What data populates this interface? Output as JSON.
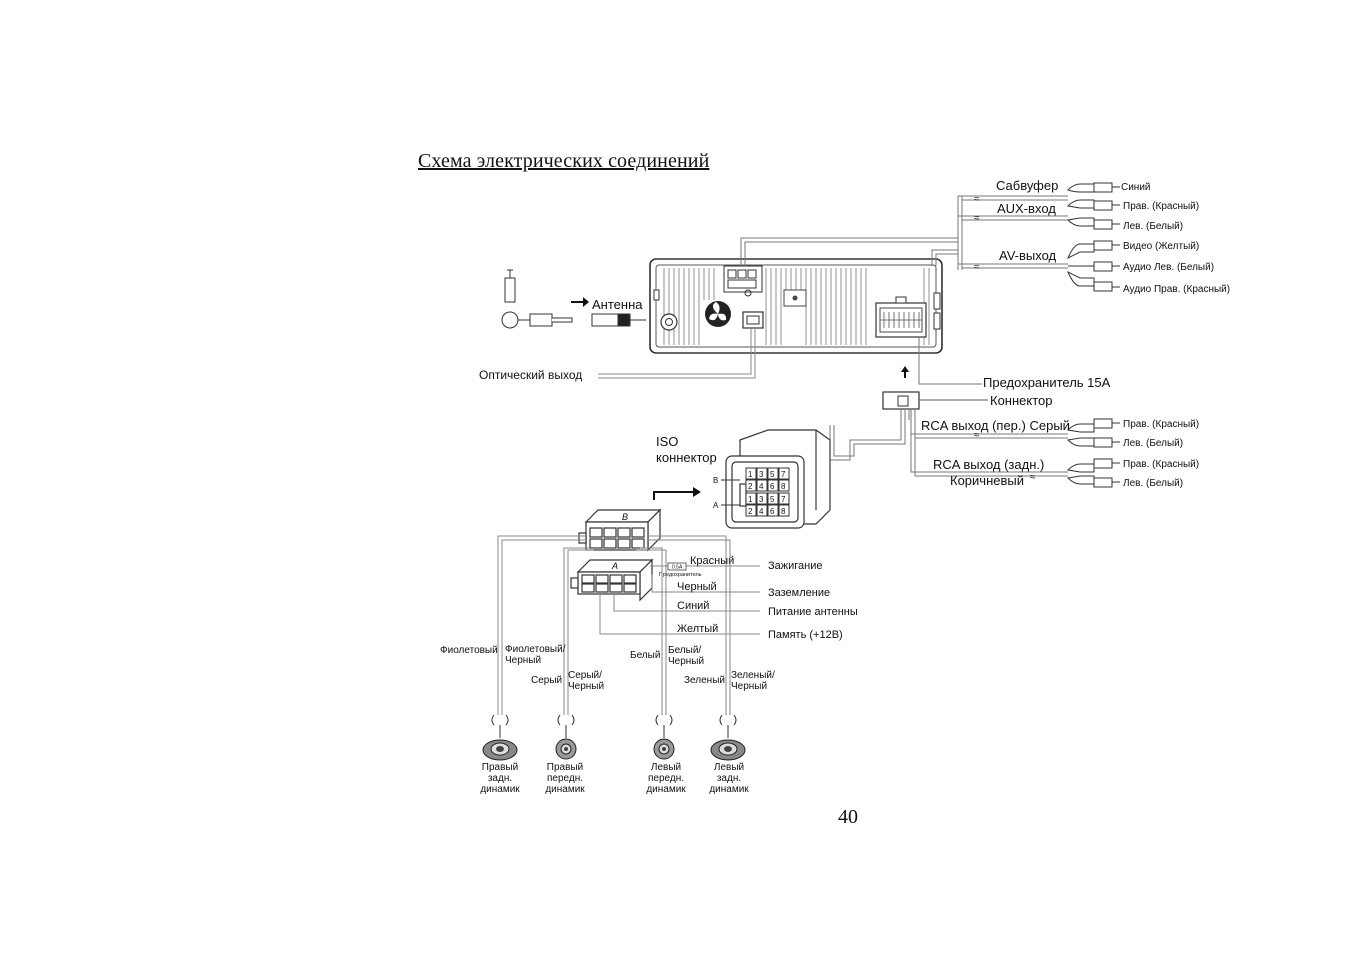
{
  "document": {
    "title": "Схема электрических соединений",
    "page_number": "40"
  },
  "head_unit": {
    "subwoofer_label": "Сабвуфер",
    "subwoofer_blue": "Синий",
    "aux_label": "AUX-вход",
    "aux_right": "Прав. (Красный)",
    "aux_left": "Лев. (Белый)",
    "av_label": "AV-выход",
    "av_video": "Видео (Желтый)",
    "av_audio_left": "Аудио Лев. (Белый)",
    "av_audio_right": "Аудио Прав. (Красный)",
    "antenna_label": "Антенна",
    "optical_label": "Оптический выход",
    "fuse_label": "Предохранитель 15А",
    "connector_label": "Коннектор"
  },
  "rca": {
    "front_label": "RCA выход (пер.) Серый",
    "front_right": "Прав. (Красный)",
    "front_left": "Лев. (Белый)",
    "rear_label": "RCA выход (задн.)",
    "rear_color": "Коричневый",
    "rear_right": "Прав. (Красный)",
    "rear_left": "Лев. (Белый)"
  },
  "iso": {
    "label_line1": "ISO",
    "label_line2": "коннектор",
    "row_b": "B",
    "row_a": "A",
    "pins_top": [
      "1",
      "3",
      "5",
      "7"
    ],
    "pins_bottom": [
      "2",
      "4",
      "6",
      "8"
    ],
    "block_b_letter": "B",
    "block_a_letter": "A"
  },
  "power_wires": {
    "red": "Красный",
    "fuse_small": "0.5A",
    "fuse_small_text": "Предохранитель",
    "ignition": "Зажигание",
    "black": "Черный",
    "ground": "Заземление",
    "blue": "Синий",
    "antenna_power": "Питание антенны",
    "yellow": "Желтый",
    "memory": "Память (+12В)"
  },
  "speaker_wires": {
    "violet": "Фиолетовый",
    "violet_black_1": "Фиолетовый/",
    "violet_black_2": "Черный",
    "grey": "Серый",
    "grey_black_1": "Серый/",
    "grey_black_2": "Черный",
    "white": "Белый",
    "white_black_1": "Белый/",
    "white_black_2": "Черный",
    "green": "Зеленый",
    "green_black_1": "Зеленый/",
    "green_black_2": "Черный"
  },
  "speakers": [
    {
      "line1": "Правый",
      "line2": "задн.",
      "line3": "динамик"
    },
    {
      "line1": "Правый",
      "line2": "передн.",
      "line3": "динамик"
    },
    {
      "line1": "Левый",
      "line2": "передн.",
      "line3": "динамик"
    },
    {
      "line1": "Левый",
      "line2": "задн.",
      "line3": "динамик"
    }
  ]
}
